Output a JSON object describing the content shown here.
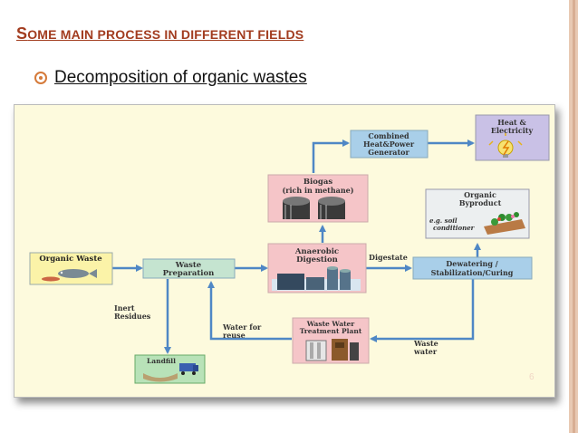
{
  "slide": {
    "title_first": "S",
    "title_rest": "OME MAIN PROCESS IN DIFFERENT FIELDS",
    "bullet": "Decomposition of organic wastes",
    "page_number": "6"
  },
  "diagram": {
    "organic_waste": "Organic Waste",
    "waste_prep_1": "Waste",
    "waste_prep_2": "Preparation",
    "anaerobic_1": "Anaerobic",
    "anaerobic_2": "Digestion",
    "biogas_1": "Biogas",
    "biogas_2": "(rich in methane)",
    "chp_1": "Combined",
    "chp_2": "Heat&Power",
    "chp_3": "Generator",
    "heat_1": "Heat &",
    "heat_2": "Electricity",
    "organic_byproduct_1": "Organic",
    "organic_byproduct_2": "Byproduct",
    "soil_1": "e.g. soil",
    "soil_2": "conditioner",
    "dewatering_1": "Dewatering /",
    "dewatering_2": "Stabilization/Curing",
    "wwtp_1": "Waste Water",
    "wwtp_2": "Treatment Plant",
    "landfill": "Landfill",
    "digestate": "Digestate",
    "inert_1": "Inert",
    "inert_2": "Residues",
    "water_reuse_1": "Water for",
    "water_reuse_2": "reuse",
    "waste_water_1": "Waste",
    "waste_water_2": "water"
  },
  "colors": {
    "title": "#a23c1f",
    "arrow": "#4f87c5",
    "box_green": "#c5e4d0",
    "box_blue": "#a9cfe9",
    "box_pink": "#f5c5c8",
    "box_purple": "#c9c1e6",
    "figure_bg": "#fdfadd"
  }
}
